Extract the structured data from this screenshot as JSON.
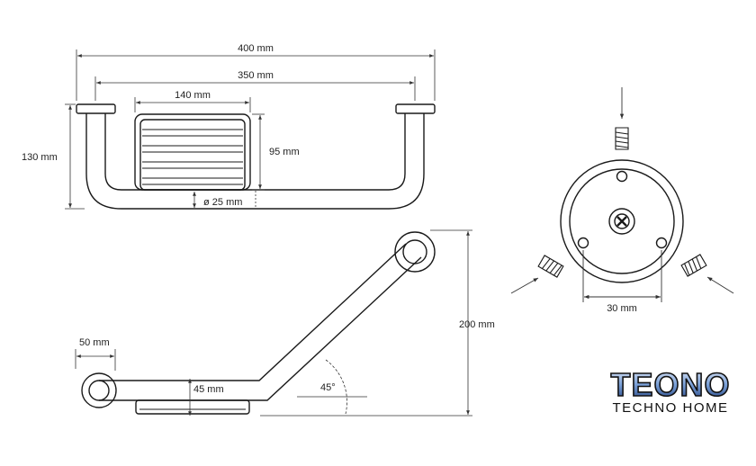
{
  "colors": {
    "line": "#1a1a1a",
    "dim": "#333333",
    "logo_fill": "#2a4a8a",
    "logo_stroke": "#111111",
    "logo_sub": "#111111"
  },
  "top_view": {
    "overall_width": "400 mm",
    "inner_width": "350 mm",
    "basket_width": "140 mm",
    "height": "130 mm",
    "basket_height": "95 mm",
    "tube_diameter": "ø 25 mm"
  },
  "side_view": {
    "offset": "50 mm",
    "basket_depth": "45 mm",
    "angle": "45°",
    "rise": "200 mm"
  },
  "flange_view": {
    "hole_spacing": "30 mm",
    "screw_icon": "screw-icon",
    "arrow_icon": "arrow-icon"
  },
  "logo": {
    "brand": "TEONO",
    "tagline": "TECHNO HOME"
  }
}
